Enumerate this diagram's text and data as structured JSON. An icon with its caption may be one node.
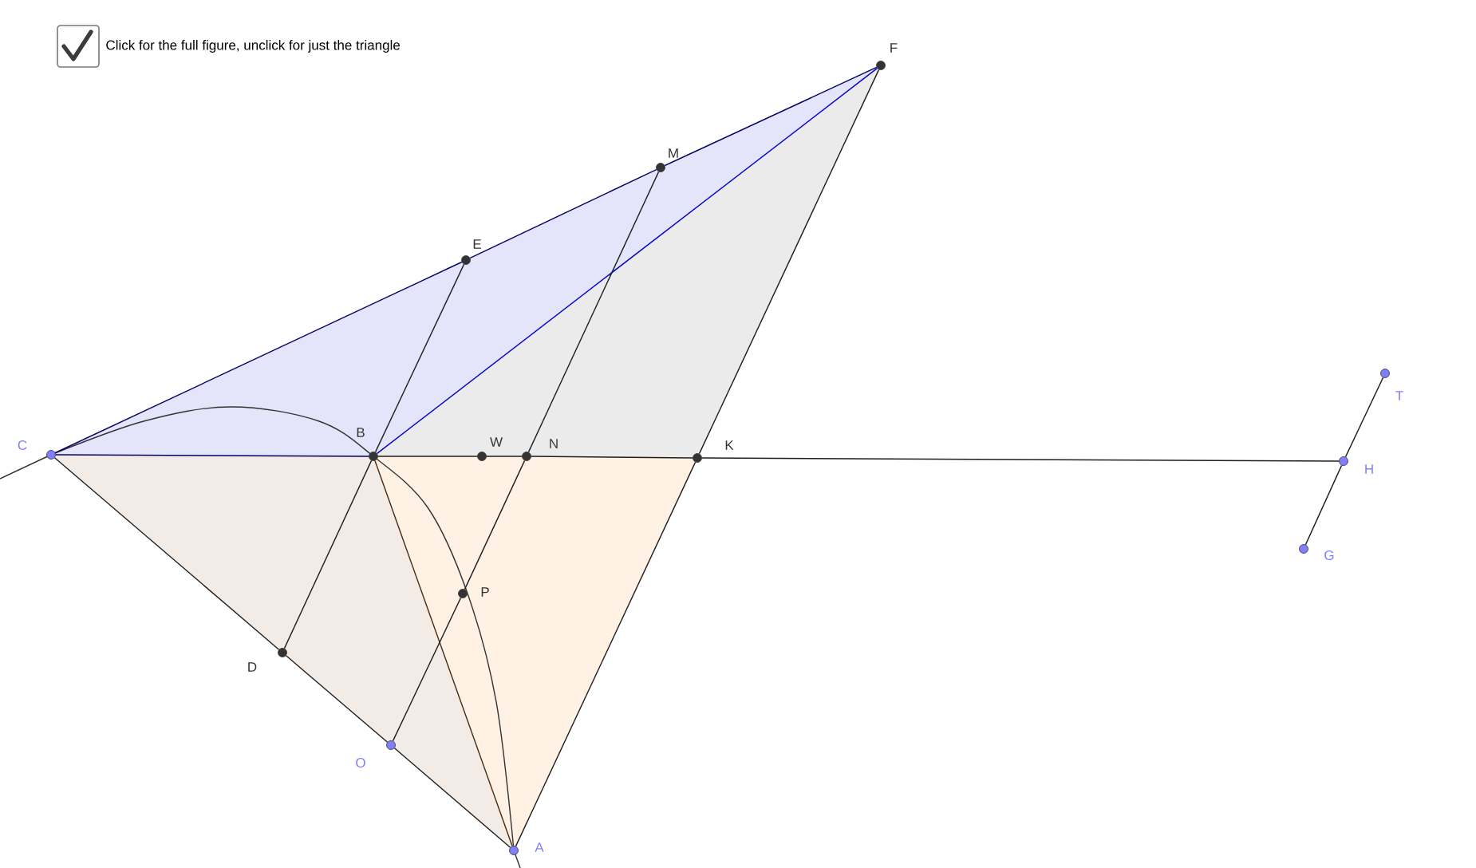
{
  "diagram": {
    "nodes": [
      {
        "text": [],
        "shape": "circle",
        "beside": [
          "F"
        ]
      },
      {
        "text": [],
        "shape": "circle",
        "beside": [
          "M"
        ]
      },
      {
        "text": [],
        "shape": "circle",
        "beside": [
          "E"
        ]
      },
      {
        "text": [],
        "shape": "circle",
        "beside": [
          "T"
        ]
      },
      {
        "text": [],
        "shape": "circle",
        "beside": [
          "C"
        ]
      },
      {
        "text": [],
        "shape": "circle",
        "beside": [
          "B"
        ]
      },
      {
        "text": [],
        "shape": "circle",
        "beside": [
          "W"
        ]
      },
      {
        "text": [],
        "shape": "circle",
        "beside": [
          "N"
        ]
      },
      {
        "text": [],
        "shape": "circle",
        "beside": [
          "K"
        ]
      },
      {
        "text": [],
        "shape": "circle",
        "beside": [
          "H"
        ]
      },
      {
        "text": [],
        "shape": "circle",
        "beside": [
          "G"
        ]
      },
      {
        "text": [],
        "shape": "circle",
        "beside": [
          "P"
        ]
      },
      {
        "text": [],
        "shape": "circle",
        "beside": [
          "D"
        ]
      },
      {
        "text": [],
        "shape": "circle",
        "beside": [
          "O"
        ]
      },
      {
        "text": [],
        "shape": "circle",
        "beside": [
          "A"
        ]
      }
    ],
    "edges": [
      {
        "from": 4,
        "to": 2,
        "arrow": "none",
        "color": "#000066"
      },
      {
        "from": 2,
        "to": 1,
        "arrow": "none",
        "color": "#000066"
      },
      {
        "from": 1,
        "to": 0,
        "arrow": "none",
        "color": "#000066"
      },
      {
        "from": 4,
        "to": 5,
        "arrow": "none",
        "color": "#000066"
      },
      {
        "from": 5,
        "to": 0,
        "arrow": "none",
        "color": "#0000cc"
      },
      {
        "from": 5,
        "to": 6,
        "arrow": "none"
      },
      {
        "from": 6,
        "to": 7,
        "arrow": "none"
      },
      {
        "from": 7,
        "to": 8,
        "arrow": "none"
      },
      {
        "from": 8,
        "to": 9,
        "arrow": "none"
      },
      {
        "from": 3,
        "to": 9,
        "arrow": "none"
      },
      {
        "from": 9,
        "to": 10,
        "arrow": "none"
      },
      {
        "from": 5,
        "to": 2,
        "arrow": "none"
      },
      {
        "from": 5,
        "to": 12,
        "arrow": "none"
      },
      {
        "from": 5,
        "to": 14,
        "arrow": "none",
        "color": "#4a2a10"
      },
      {
        "from": 1,
        "to": 7,
        "arrow": "none"
      },
      {
        "from": 7,
        "to": 11,
        "arrow": "none"
      },
      {
        "from": 11,
        "to": 13,
        "arrow": "none"
      },
      {
        "from": 0,
        "to": 8,
        "arrow": "none"
      },
      {
        "from": 8,
        "to": 14,
        "arrow": "none"
      },
      {
        "from": 4,
        "to": 12,
        "arrow": "none"
      },
      {
        "from": 12,
        "to": 13,
        "arrow": "none"
      },
      {
        "from": 13,
        "to": 14,
        "arrow": "none"
      }
    ],
    "labels": [
      "Click for the full figure, unclick for just the triangle"
    ]
  }
}
